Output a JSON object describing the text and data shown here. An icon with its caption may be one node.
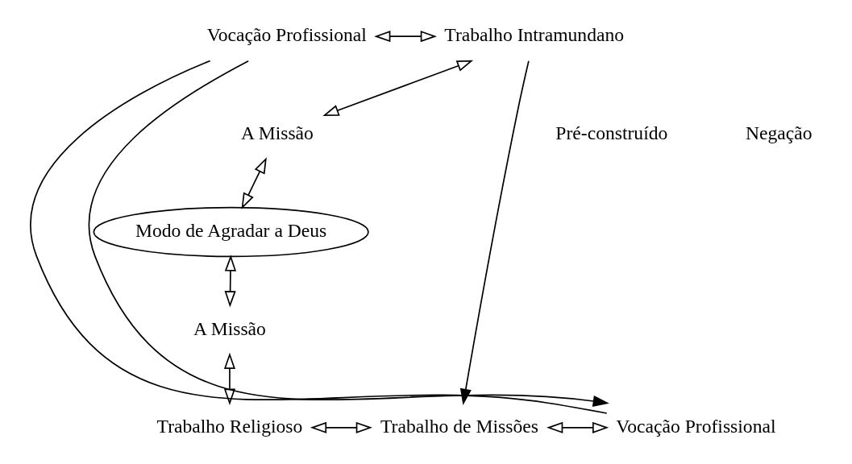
{
  "diagram": {
    "nodes": [
      {
        "text": [
          "Vocação Profissional"
        ]
      },
      {
        "text": [
          "Trabalho Intramundano"
        ]
      },
      {
        "text": [
          "A Missão"
        ]
      },
      {
        "text": [
          "Modo de Agradar a Deus"
        ]
      },
      {
        "text": [
          "A Missão"
        ]
      },
      {
        "text": [
          "Trabalho Religioso"
        ]
      },
      {
        "text": [
          "Trabalho de Missões"
        ]
      },
      {
        "text": [
          "Vocação Profissional"
        ]
      }
    ],
    "edges": [
      {
        "from": 0,
        "to": 1,
        "arrow": "both"
      },
      {
        "from": 1,
        "to": 2,
        "arrow": "both"
      },
      {
        "from": 2,
        "to": 3,
        "arrow": "both"
      },
      {
        "from": 3,
        "to": 4,
        "arrow": "both"
      },
      {
        "from": 4,
        "to": 5,
        "arrow": "both"
      },
      {
        "from": 5,
        "to": 6,
        "arrow": "both"
      },
      {
        "from": 6,
        "to": 7,
        "arrow": "both"
      },
      {
        "from": 1,
        "to": 6,
        "arrow": "to"
      },
      {
        "from": 0,
        "to": 7,
        "arrow": "none"
      },
      {
        "from": 0,
        "to": 7,
        "arrow": "to"
      }
    ],
    "labels": [
      "Pré-construído",
      "Negação"
    ]
  }
}
